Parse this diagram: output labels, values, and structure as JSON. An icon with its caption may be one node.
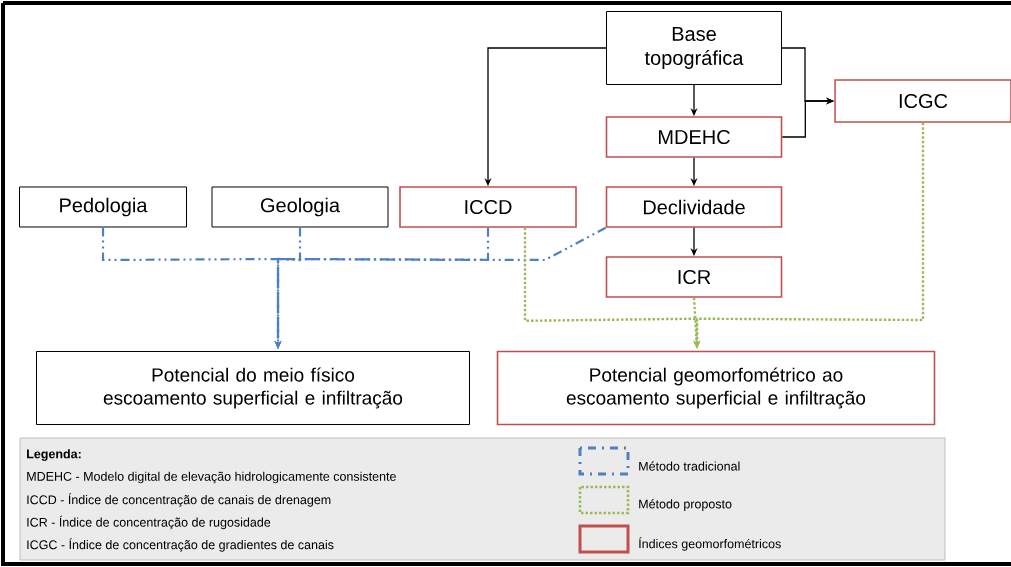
{
  "diagram": {
    "nodes": [
      {
        "text": [
          "Base topográfica"
        ]
      },
      {
        "text": [
          "ICGC"
        ]
      },
      {
        "text": [
          "MDEHC"
        ]
      },
      {
        "text": [
          "Pedologia"
        ]
      },
      {
        "text": [
          "Geologia"
        ]
      },
      {
        "text": [
          "ICCD"
        ]
      },
      {
        "text": [
          "Declividade"
        ]
      },
      {
        "text": [
          "ICR"
        ]
      },
      {
        "text": [
          "Potencial do meio físico escoamento superficial e infiltração"
        ]
      },
      {
        "text": [
          "Potencial geomorfométrico ao escoamento superficial e infiltração"
        ]
      }
    ],
    "edges": [
      {
        "from": 0,
        "to": 5,
        "arrow": "to"
      },
      {
        "from": 0,
        "to": 2,
        "arrow": "to"
      },
      {
        "from": 0,
        "to": 1,
        "arrow": "to"
      },
      {
        "from": 2,
        "to": 1,
        "arrow": "to"
      },
      {
        "from": 2,
        "to": 6,
        "arrow": "to"
      },
      {
        "from": 6,
        "to": 7,
        "arrow": "to"
      },
      {
        "from": 3,
        "to": 8,
        "arrow": "to",
        "style": "dashed",
        "color": "#4f81bd"
      },
      {
        "from": 4,
        "to": 8,
        "arrow": "to",
        "style": "dashed",
        "color": "#4f81bd"
      },
      {
        "from": 5,
        "to": 8,
        "arrow": "to",
        "style": "dashed",
        "color": "#4f81bd"
      },
      {
        "from": 6,
        "to": 8,
        "arrow": "to",
        "style": "dashed",
        "color": "#4f81bd"
      },
      {
        "from": 5,
        "to": 9,
        "arrow": "to",
        "style": "dashed",
        "color": "#9bbb59"
      },
      {
        "from": 7,
        "to": 9,
        "arrow": "to",
        "style": "dashed",
        "color": "#9bbb59"
      },
      {
        "from": 1,
        "to": 9,
        "arrow": "to",
        "style": "dashed",
        "color": "#9bbb59"
      }
    ],
    "labels": [
      "**Legenda:**",
      "MDEHC - Modelo digital de elevação hidrologicamente consistente",
      "ICCD - Índice de concentração de canais de drenagem",
      "ICR - Índice de concentração de rugosidade",
      "ICGC -  Índice de concentração de gradientes de canais"
    ],
    "legend": [
      {
        "text": "Método tradicional"
      },
      {
        "text": "Método proposto"
      },
      {
        "text": "Índices geomorfométricos"
      }
    ]
  }
}
